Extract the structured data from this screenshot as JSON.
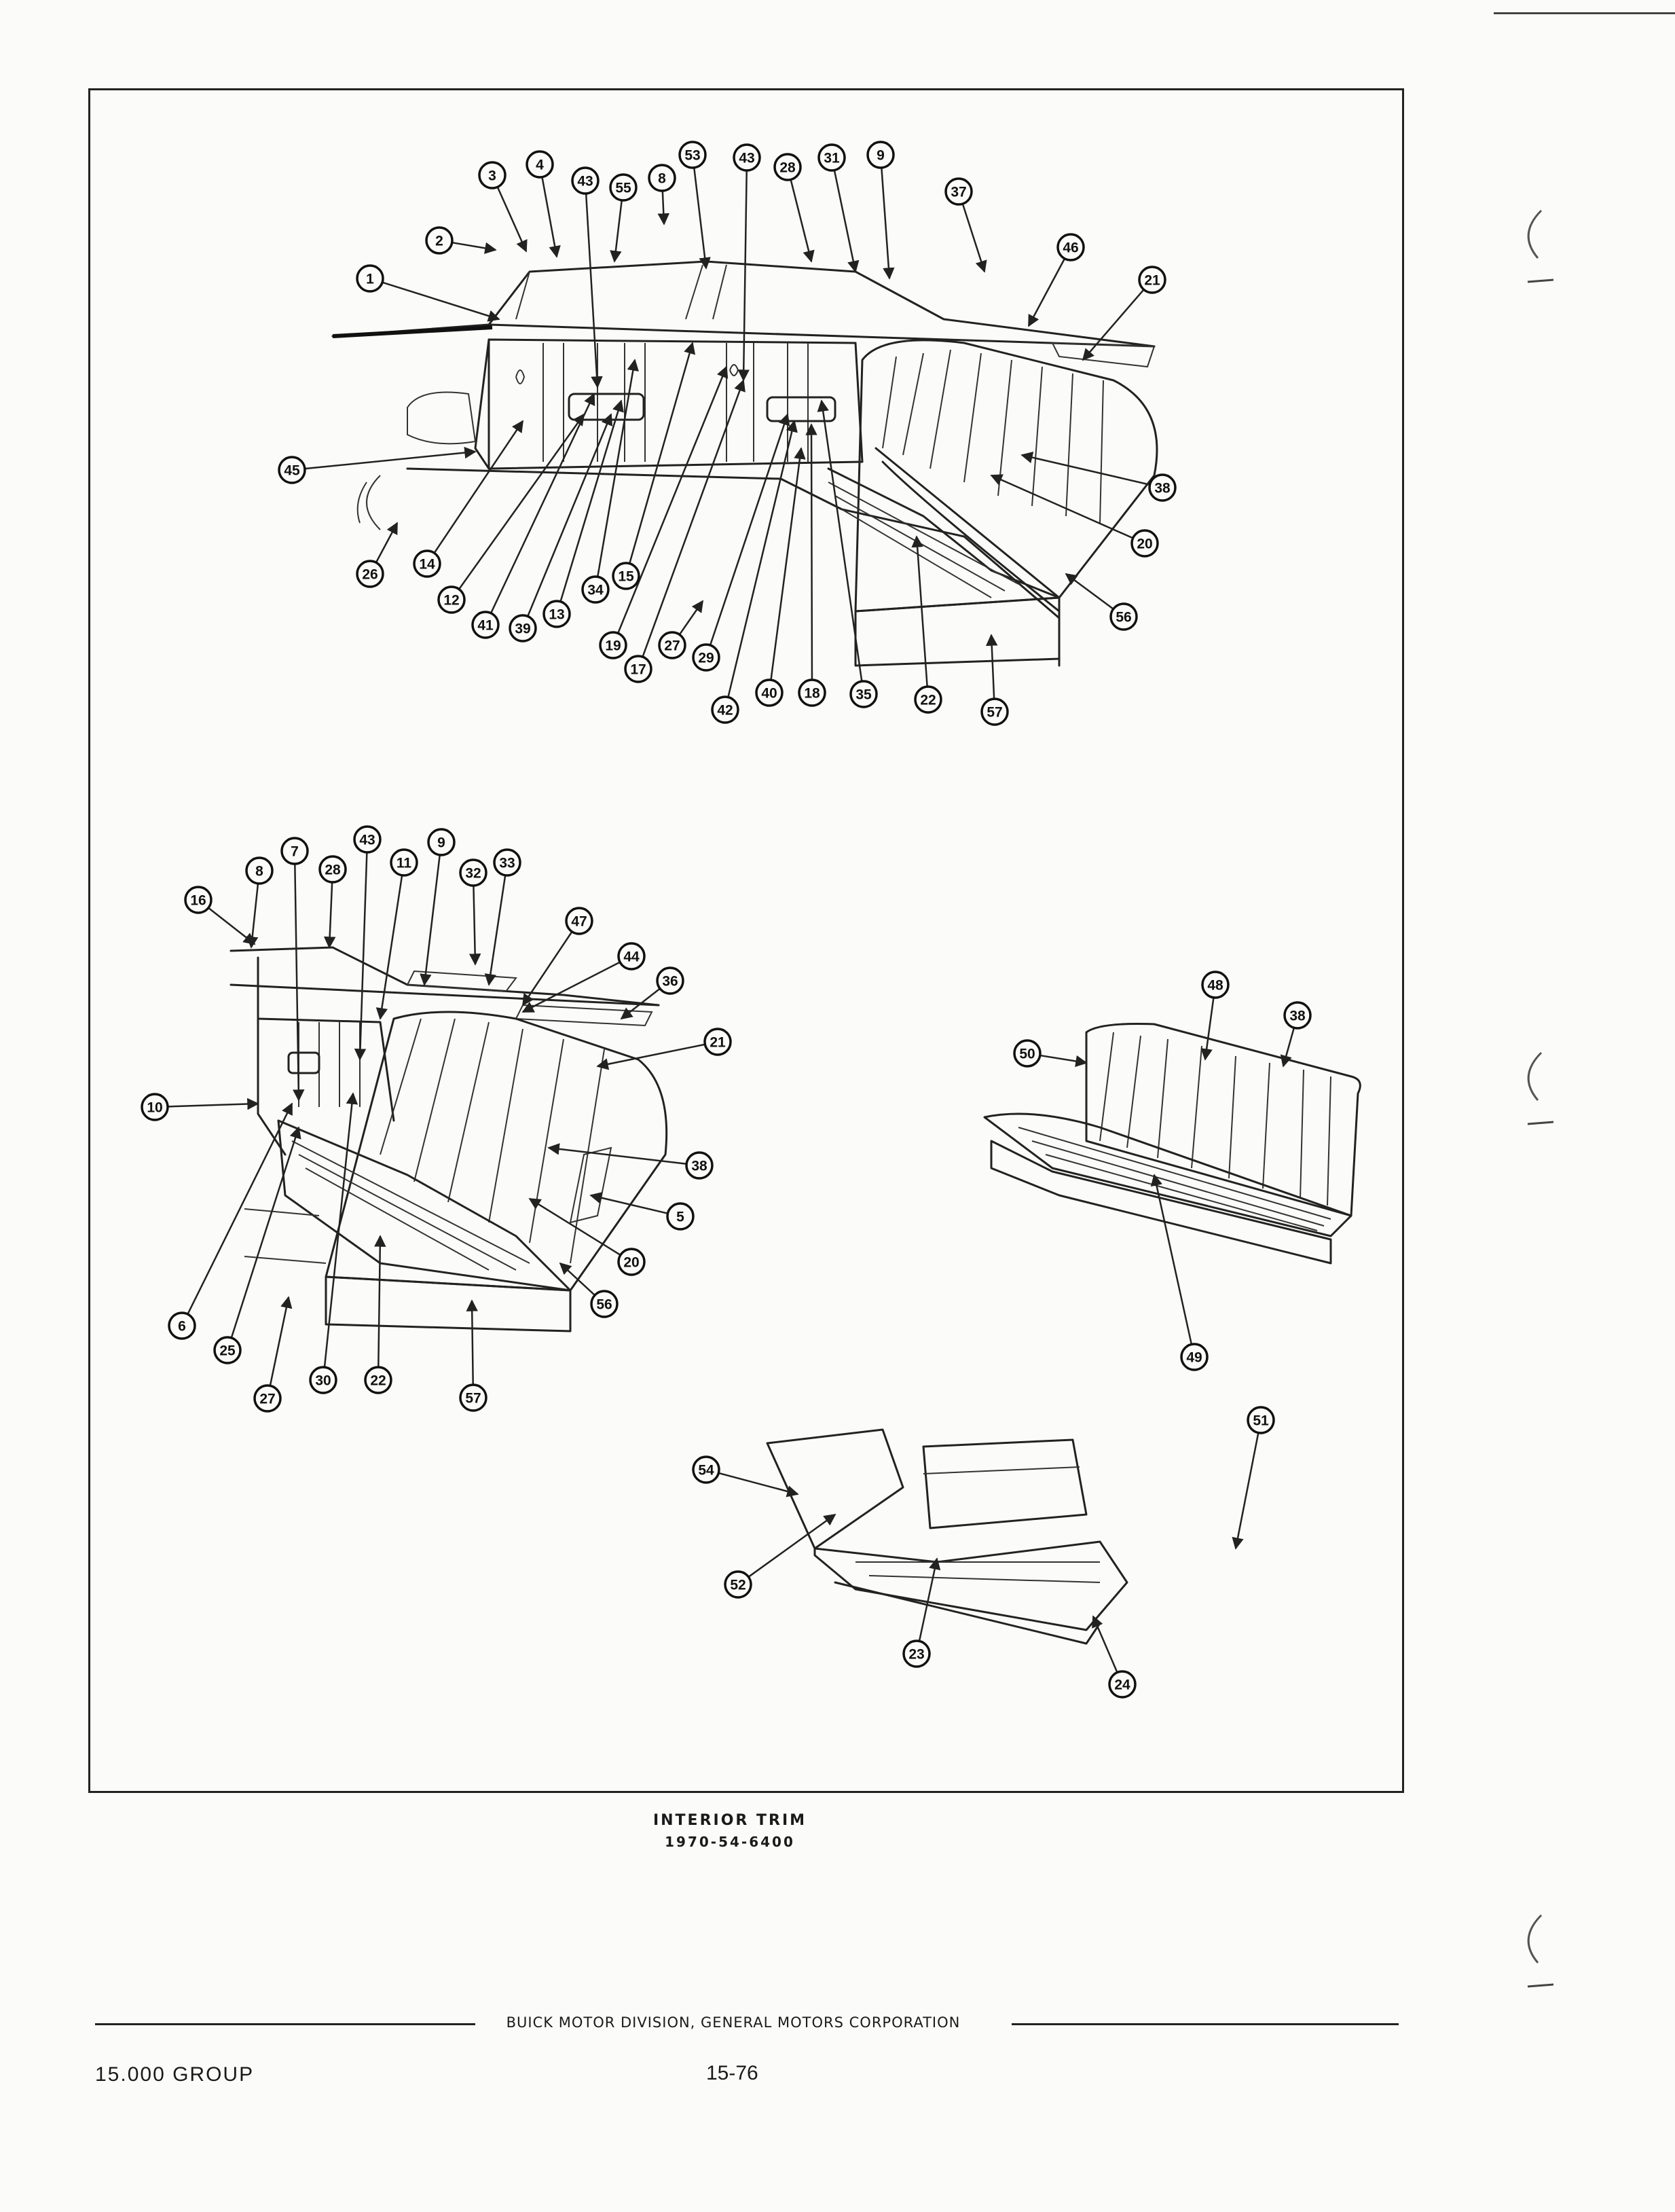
{
  "figure": {
    "caption_title": "INTERIOR TRIM",
    "caption_code": "1970-54-6400",
    "views": {
      "top": [
        "53",
        "43",
        "28",
        "31",
        "9",
        "3",
        "4",
        "43",
        "55",
        "8",
        "2",
        "37",
        "1",
        "46",
        "21",
        "45",
        "38",
        "20",
        "26",
        "14",
        "12",
        "41",
        "39",
        "13",
        "34",
        "15",
        "19",
        "17",
        "27",
        "29",
        "42",
        "40",
        "18",
        "35",
        "22",
        "57",
        "56"
      ],
      "left": [
        "7",
        "43",
        "9",
        "8",
        "28",
        "11",
        "33",
        "16",
        "32",
        "47",
        "44",
        "36",
        "21",
        "10",
        "38",
        "5",
        "20",
        "56",
        "6",
        "25",
        "27",
        "30",
        "22",
        "57"
      ],
      "right": [
        "48",
        "38",
        "50",
        "49",
        "51",
        "54",
        "52",
        "23",
        "24"
      ]
    }
  },
  "footer": {
    "publisher": "BUICK MOTOR DIVISION, GENERAL MOTORS CORPORATION",
    "group": "15.000 GROUP",
    "page_number": "15-76"
  }
}
